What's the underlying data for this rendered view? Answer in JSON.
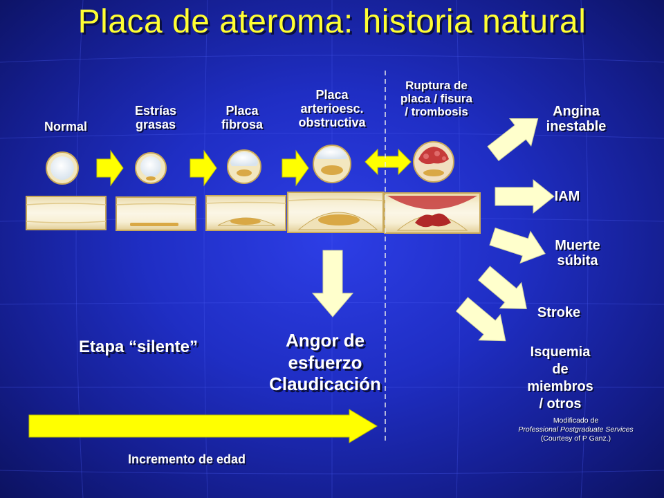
{
  "title": "Placa de ateroma: historia natural",
  "stages": [
    {
      "line1": "Normal",
      "line2": ""
    },
    {
      "line1": "Estrías",
      "line2": "grasas"
    },
    {
      "line1": "Placa",
      "line2": "fibrosa"
    },
    {
      "line1": "Placa",
      "line2": "arterioesc.",
      "line3": "obstructiva"
    },
    {
      "line1": "Ruptura de",
      "line2": "placa / fisura",
      "line3": " /  trombosis"
    }
  ],
  "outcomes": {
    "angina": {
      "line1": "Angina",
      "line2": "inestable"
    },
    "iam": "IAM",
    "muerte": {
      "line1": "Muerte",
      "line2": "súbita"
    },
    "stroke": "Stroke",
    "isquemia": {
      "line1": "Isquemia",
      "line2": "de",
      "line3": "miembros",
      "line4": "/ otros"
    }
  },
  "silent_stage": "Etapa “silente”",
  "angor": {
    "line1": "Angor de",
    "line2": "esfuerzo",
    "line3": "Claudicación"
  },
  "age_label": "Incremento de edad",
  "credit": {
    "line1": "Modificado de",
    "line2": "Professional Postgraduate Services",
    "line3": "(Courtesy of P Ganz.)"
  },
  "colors": {
    "title": "#ffff33",
    "arrow_yellow": "#ffff00",
    "arrow_cream": "#ffffcc",
    "background": "#1f2ec4"
  }
}
